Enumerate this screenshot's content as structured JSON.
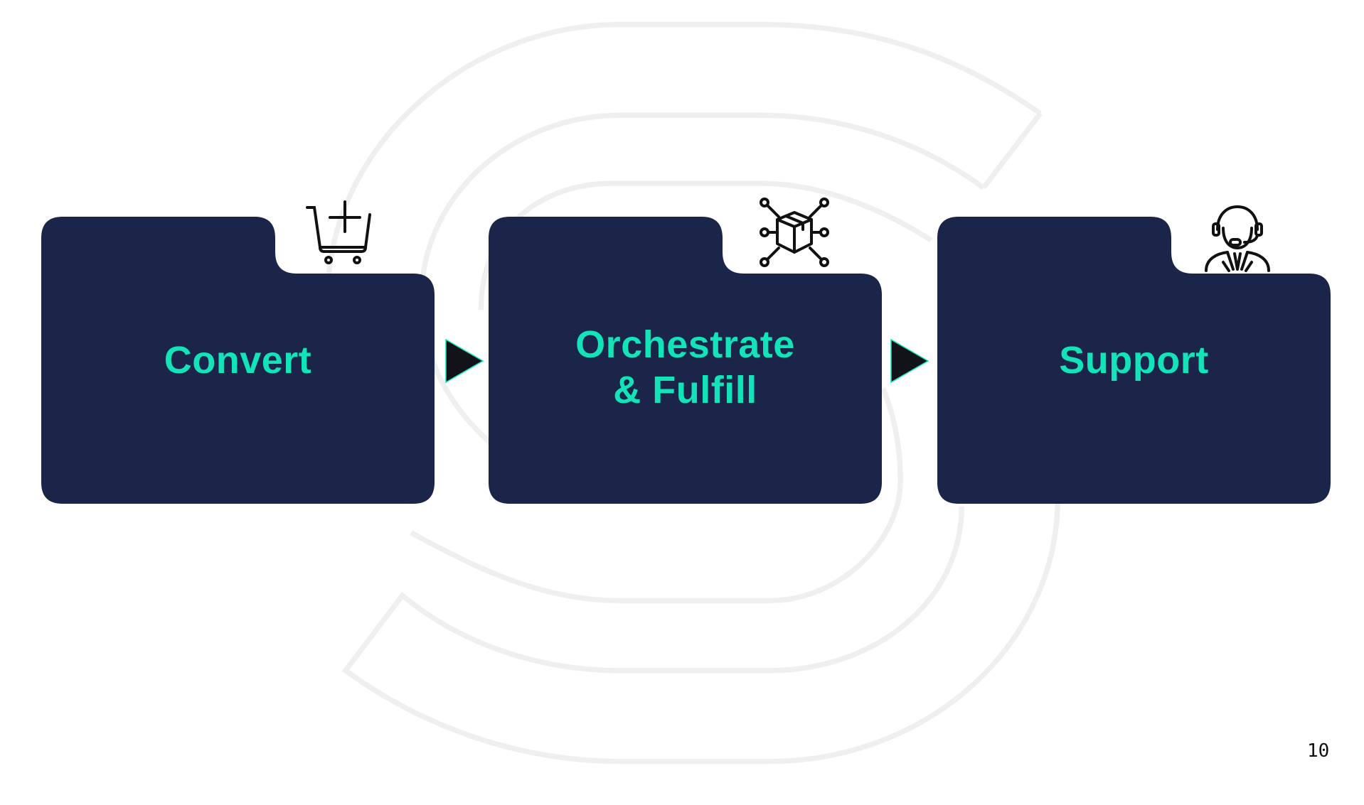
{
  "steps": [
    {
      "title_lines": [
        "Convert"
      ],
      "icon": "cart-add-icon"
    },
    {
      "title_lines": [
        "Orchestrate",
        "& Fulfill"
      ],
      "icon": "package-network-icon"
    },
    {
      "title_lines": [
        "Support"
      ],
      "icon": "support-agent-icon"
    }
  ],
  "page_number": "10",
  "colors": {
    "card": "#1b2549",
    "accent": "#12e3b8",
    "arrow": "#111318",
    "background_logo": "#efefef"
  }
}
